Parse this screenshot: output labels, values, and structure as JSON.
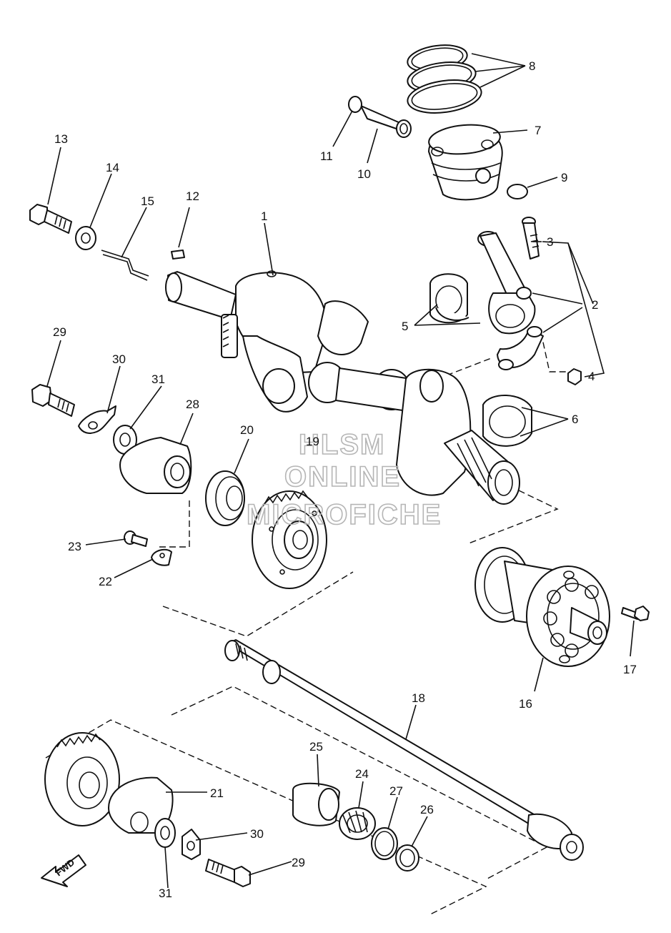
{
  "watermark": {
    "line1": "HLSM",
    "line2": "ONLINE",
    "line3": "MICROFICHE"
  },
  "fwd_label": "FWD",
  "callouts": [
    {
      "id": "c1",
      "label": "1"
    },
    {
      "id": "c2",
      "label": "2"
    },
    {
      "id": "c3",
      "label": "3"
    },
    {
      "id": "c4",
      "label": "4"
    },
    {
      "id": "c5",
      "label": "5"
    },
    {
      "id": "c6",
      "label": "6"
    },
    {
      "id": "c7",
      "label": "7"
    },
    {
      "id": "c8",
      "label": "8"
    },
    {
      "id": "c9",
      "label": "9"
    },
    {
      "id": "c10",
      "label": "10"
    },
    {
      "id": "c11",
      "label": "11"
    },
    {
      "id": "c12",
      "label": "12"
    },
    {
      "id": "c13",
      "label": "13"
    },
    {
      "id": "c14",
      "label": "14"
    },
    {
      "id": "c15",
      "label": "15"
    },
    {
      "id": "c16",
      "label": "16"
    },
    {
      "id": "c17",
      "label": "17"
    },
    {
      "id": "c18",
      "label": "18"
    },
    {
      "id": "c19",
      "label": "19"
    },
    {
      "id": "c20",
      "label": "20"
    },
    {
      "id": "c21",
      "label": "21"
    },
    {
      "id": "c22",
      "label": "22"
    },
    {
      "id": "c23",
      "label": "23"
    },
    {
      "id": "c24",
      "label": "24"
    },
    {
      "id": "c25",
      "label": "25"
    },
    {
      "id": "c26",
      "label": "26"
    },
    {
      "id": "c27",
      "label": "27"
    },
    {
      "id": "c28",
      "label": "28"
    },
    {
      "id": "c29a",
      "label": "29"
    },
    {
      "id": "c29b",
      "label": "29"
    },
    {
      "id": "c30a",
      "label": "30"
    },
    {
      "id": "c30b",
      "label": "30"
    },
    {
      "id": "c31a",
      "label": "31"
    },
    {
      "id": "c31b",
      "label": "31"
    }
  ]
}
